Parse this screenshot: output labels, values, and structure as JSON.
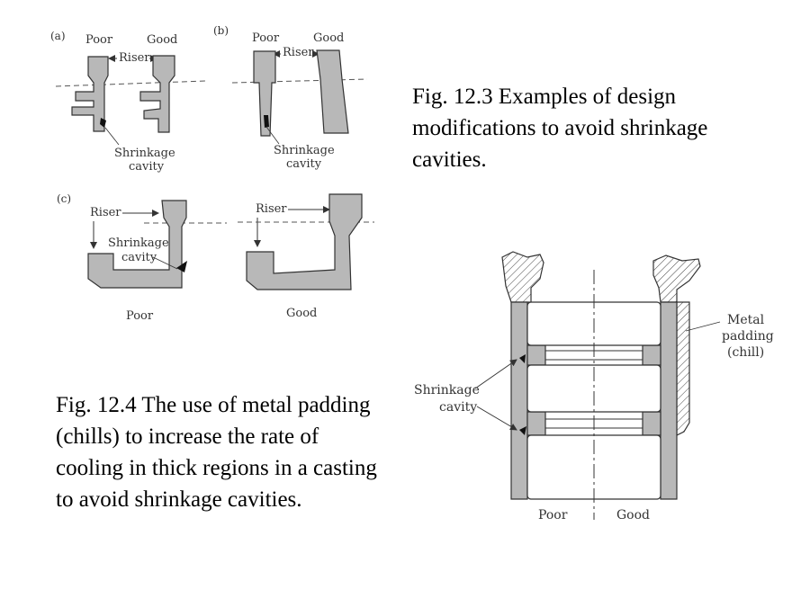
{
  "captions": {
    "fig_12_3": "Fig. 12.3  Examples of design modifications to avoid shrinkage cavities.",
    "fig_12_4": "Fig. 12.4 The use of metal padding (chills) to increase the rate of cooling in thick regions in a casting to avoid shrinkage cavities."
  },
  "fig_12_3": {
    "panel_a": {
      "tag": "(a)",
      "poor": "Poor",
      "good": "Good",
      "riser": "Riser",
      "cavity_line1": "Shrinkage",
      "cavity_line2": "cavity"
    },
    "panel_b": {
      "tag": "(b)",
      "poor": "Poor",
      "good": "Good",
      "riser": "Riser",
      "cavity_line1": "Shrinkage",
      "cavity_line2": "cavity"
    },
    "panel_c": {
      "tag": "(c)",
      "riser_left": "Riser",
      "cavity_line1": "Shrinkage",
      "cavity_line2": "cavity",
      "riser_right": "Riser",
      "poor": "Poor",
      "good": "Good"
    }
  },
  "fig_12_4": {
    "metal_line1": "Metal",
    "metal_line2": "padding",
    "metal_line3": "(chill)",
    "cavity_line1": "Shrinkage",
    "cavity_line2": "cavity",
    "poor": "Poor",
    "good": "Good"
  },
  "colors": {
    "casting_fill": "#b8b8b8",
    "outline": "#333333",
    "text": "#333333"
  }
}
